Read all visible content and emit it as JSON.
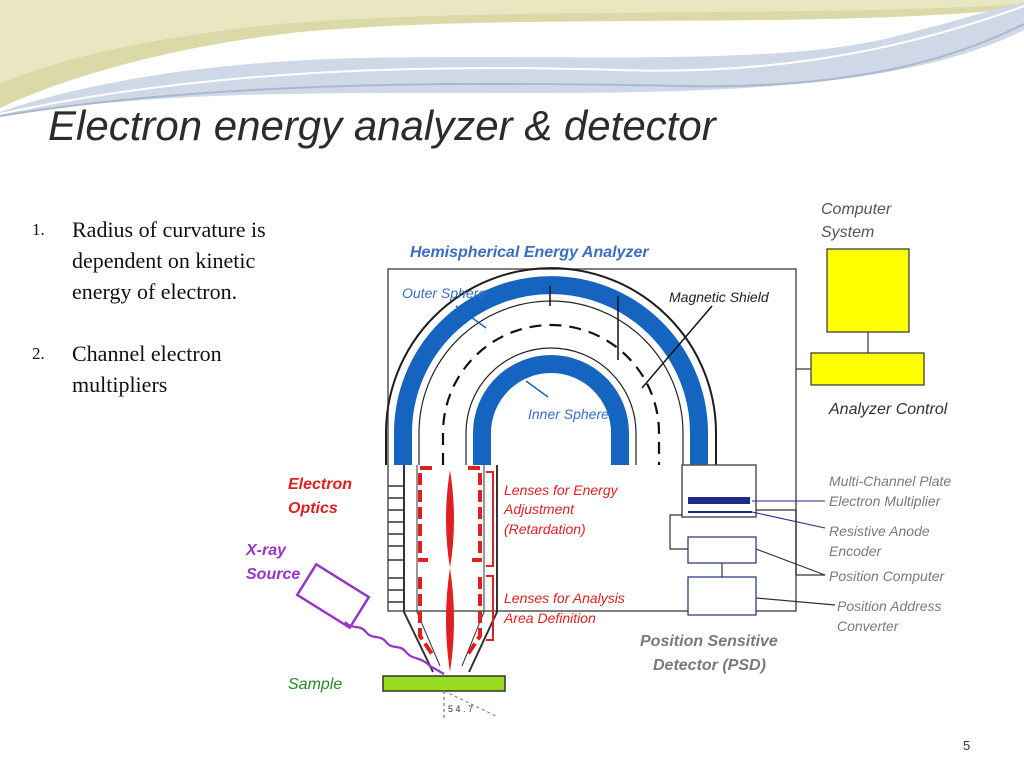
{
  "slide": {
    "title": "Electron energy analyzer & detector",
    "page_number": "5"
  },
  "bullets": [
    {
      "number": "1.",
      "text": "Radius of curvature is dependent on kinetic energy of electron."
    },
    {
      "number": "2.",
      "text": "Channel electron multipliers"
    }
  ],
  "diagram": {
    "heading": "Hemispherical Energy Analyzer",
    "labels": {
      "outer_sphere": "Outer Sphere",
      "magnetic_shield": "Magnetic Shield",
      "inner_sphere": "Inner Sphere",
      "computer_system_line1": "Computer",
      "computer_system_line2": "System",
      "analyzer_control": "Analyzer Control",
      "electron_optics_line1": "Electron",
      "electron_optics_line2": "Optics",
      "xray_source_line1": "X-ray",
      "xray_source_line2": "Source",
      "sample": "Sample",
      "lenses_energy_line1": "Lenses for Energy",
      "lenses_energy_line2": "Adjustment",
      "lenses_energy_line3": "(Retardation)",
      "lenses_analysis_line1": "Lenses for Analysis",
      "lenses_analysis_line2": "Area Definition",
      "mcp_line1": "Multi-Channel Plate",
      "mcp_line2": "Electron Multiplier",
      "resistive_anode_line1": "Resistive Anode",
      "resistive_anode_line2": "Encoder",
      "position_computer": "Position Computer",
      "position_address_line1": "Position Address",
      "position_address_line2": "Converter",
      "psd_line1": "Position Sensitive",
      "psd_line2": "Detector (PSD)",
      "figure_code": "5 4 . 7"
    },
    "colors": {
      "sphere_blue": "#1565c0",
      "heading_blue": "#3a6fc4",
      "optics_red": "#e02020",
      "xray_purple": "#9932cc",
      "sample_green": "#99dd22",
      "computer_yellow": "#ffff00",
      "psd_gray": "#7a7a7a"
    }
  }
}
